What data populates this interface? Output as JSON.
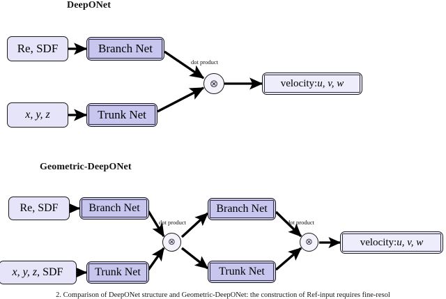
{
  "figure": {
    "background_color": "#ffffff",
    "node_fill_input": "#e6e4f8",
    "node_fill_net": "#c8c6ef",
    "node_fill_output": "#eeedfb",
    "edge_color": "#000000",
    "caption": "2.  Comparison of DeepONet structure and Geometric-DeepONet: the construction of Ref-input requires fine-resol"
  },
  "diagrams": [
    {
      "id": "deeponet",
      "title": "DeepONet",
      "nodes": [
        {
          "id": "top-input-re-sdf",
          "label": "Re, SDF",
          "kind": "input"
        },
        {
          "id": "top-branch-net",
          "label": "Branch Net",
          "kind": "net"
        },
        {
          "id": "top-input-xyz",
          "label": "x, y, z",
          "kind": "input"
        },
        {
          "id": "top-trunk-net",
          "label": "Trunk Net",
          "kind": "net"
        },
        {
          "id": "top-dot-product",
          "label": "dot product",
          "kind": "op",
          "glyph": "⊗"
        },
        {
          "id": "top-output-velocity",
          "label_prefix": "velocity: ",
          "label_math": "u, v, w",
          "kind": "output"
        }
      ],
      "edges": [
        "top-input-re-sdf -> top-branch-net",
        "top-input-xyz -> top-trunk-net",
        "top-branch-net -> top-dot-product",
        "top-trunk-net -> top-dot-product",
        "top-dot-product -> top-output-velocity"
      ]
    },
    {
      "id": "geometric-deeponet",
      "title": "Geometric-DeepONet",
      "nodes": [
        {
          "id": "bot-input-re-sdf",
          "label": "Re, SDF",
          "kind": "input"
        },
        {
          "id": "bot-branch-net-1",
          "label": "Branch Net",
          "kind": "net"
        },
        {
          "id": "bot-input-xyz-sdf",
          "label_math": "x, y, z",
          "label_suffix": ", SDF",
          "kind": "input"
        },
        {
          "id": "bot-trunk-net-1",
          "label": "Trunk Net",
          "kind": "net"
        },
        {
          "id": "bot-dot-product-1",
          "label": "dot product",
          "kind": "op",
          "glyph": "⊗"
        },
        {
          "id": "bot-branch-net-2",
          "label": "Branch Net",
          "kind": "net"
        },
        {
          "id": "bot-trunk-net-2",
          "label": "Trunk Net",
          "kind": "net"
        },
        {
          "id": "bot-dot-product-2",
          "label": "dot product",
          "kind": "op",
          "glyph": "⊗"
        },
        {
          "id": "bot-output-velocity",
          "label_prefix": "velocity: ",
          "label_math": "u, v, w",
          "kind": "output"
        }
      ],
      "edges": [
        "bot-input-re-sdf -> bot-branch-net-1",
        "bot-input-xyz-sdf -> bot-trunk-net-1",
        "bot-branch-net-1 -> bot-dot-product-1",
        "bot-trunk-net-1 -> bot-dot-product-1",
        "bot-dot-product-1 -> bot-branch-net-2",
        "bot-dot-product-1 -> bot-trunk-net-2",
        "bot-branch-net-2 -> bot-dot-product-2",
        "bot-trunk-net-2 -> bot-dot-product-2",
        "bot-dot-product-2 -> bot-output-velocity"
      ]
    }
  ]
}
